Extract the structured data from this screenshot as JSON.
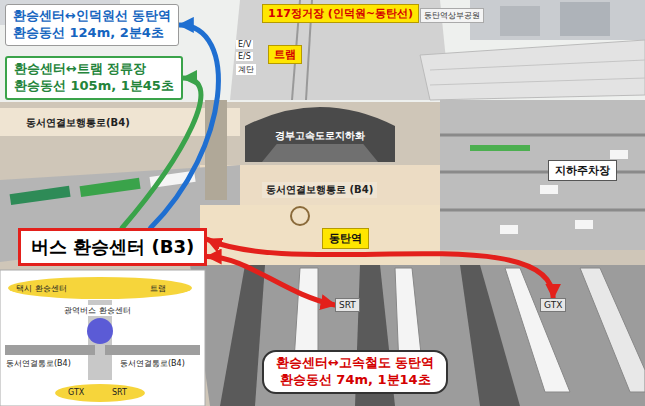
{
  "diagram": {
    "nodes": [
      {
        "text": [
          "환승센터↔인덕원선 동탄역",
          "환승동선 124m, 2분4초"
        ]
      },
      {
        "text": [
          "117정거장 (인덕원~동탄선)"
        ]
      },
      {
        "text": [
          "동탄역상부공원"
        ]
      },
      {
        "text": [
          "트램"
        ]
      },
      {
        "text": [
          "환승센터↔트램 정류장",
          "환승동선 105m, 1분45초"
        ]
      },
      {
        "text": [
          "동서연결보행통로(B4)"
        ]
      },
      {
        "text": [
          "경부고속도로지하화"
        ]
      },
      {
        "text": [
          "지하주차장"
        ]
      },
      {
        "text": [
          "동서연결보행통로 (B4)"
        ]
      },
      {
        "text": [
          "버스 환승센터 (B3)"
        ]
      },
      {
        "text": [
          "동탄역"
        ]
      },
      {
        "text": [
          "SRT"
        ]
      },
      {
        "text": [
          "GTX"
        ]
      },
      {
        "text": [
          "환승센터↔고속철도 동탄역",
          "환승동선 74m, 1분14초"
        ]
      }
    ],
    "edges": [
      {
        "from": 9,
        "to": 0,
        "arrow": "to"
      },
      {
        "from": 9,
        "to": 4,
        "arrow": "to"
      },
      {
        "from": 9,
        "to": 11,
        "arrow": "both"
      },
      {
        "from": 9,
        "to": 12,
        "arrow": "both"
      }
    ],
    "labels": [
      "E/V",
      "E/S",
      "계단",
      "택시 환승센터",
      "트램",
      "광역버스 환승센터",
      "동서연결통로(B4)",
      "동서연결통로(B4)",
      "GTX",
      "SRT"
    ]
  }
}
